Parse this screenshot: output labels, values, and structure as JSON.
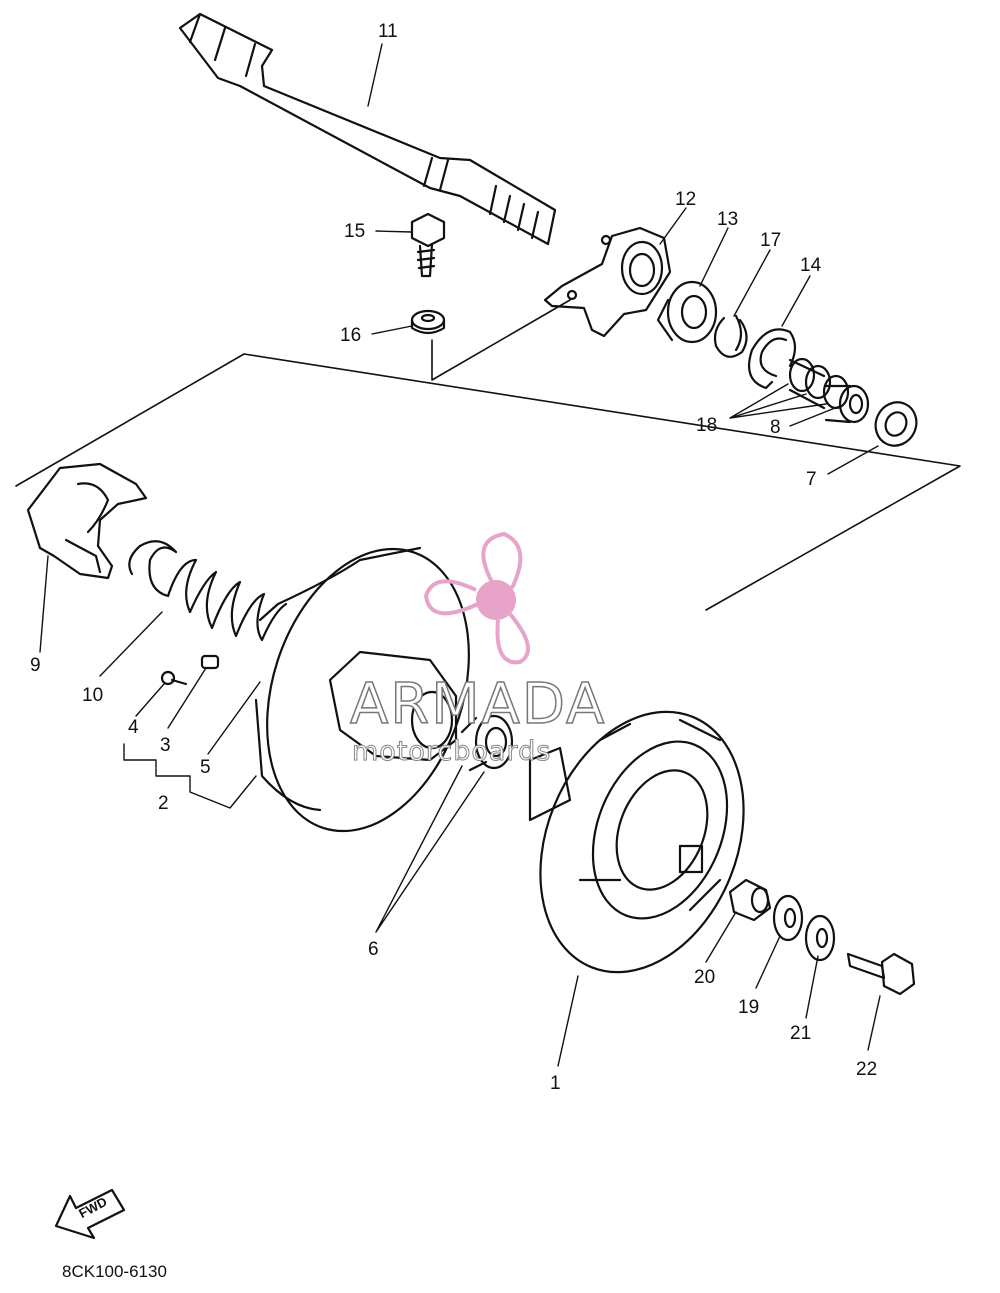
{
  "diagram": {
    "callouts": [
      {
        "id": "11",
        "label": "11"
      },
      {
        "id": "12",
        "label": "12"
      },
      {
        "id": "13",
        "label": "13"
      },
      {
        "id": "17",
        "label": "17"
      },
      {
        "id": "14",
        "label": "14"
      },
      {
        "id": "15",
        "label": "15"
      },
      {
        "id": "16",
        "label": "16"
      },
      {
        "id": "18",
        "label": "18"
      },
      {
        "id": "8",
        "label": "8"
      },
      {
        "id": "7",
        "label": "7"
      },
      {
        "id": "9",
        "label": "9"
      },
      {
        "id": "10",
        "label": "10"
      },
      {
        "id": "4",
        "label": "4"
      },
      {
        "id": "3",
        "label": "3"
      },
      {
        "id": "5",
        "label": "5"
      },
      {
        "id": "2",
        "label": "2"
      },
      {
        "id": "6",
        "label": "6"
      },
      {
        "id": "20",
        "label": "20"
      },
      {
        "id": "19",
        "label": "19"
      },
      {
        "id": "21",
        "label": "21"
      },
      {
        "id": "22",
        "label": "22"
      },
      {
        "id": "1",
        "label": "1"
      }
    ],
    "fwd_label": "FWD",
    "drawing_code": "8CK100-6130"
  },
  "watermark": {
    "title": "ARMADA",
    "subtitle": "motorcboards",
    "accent": "#e8a4c8"
  }
}
